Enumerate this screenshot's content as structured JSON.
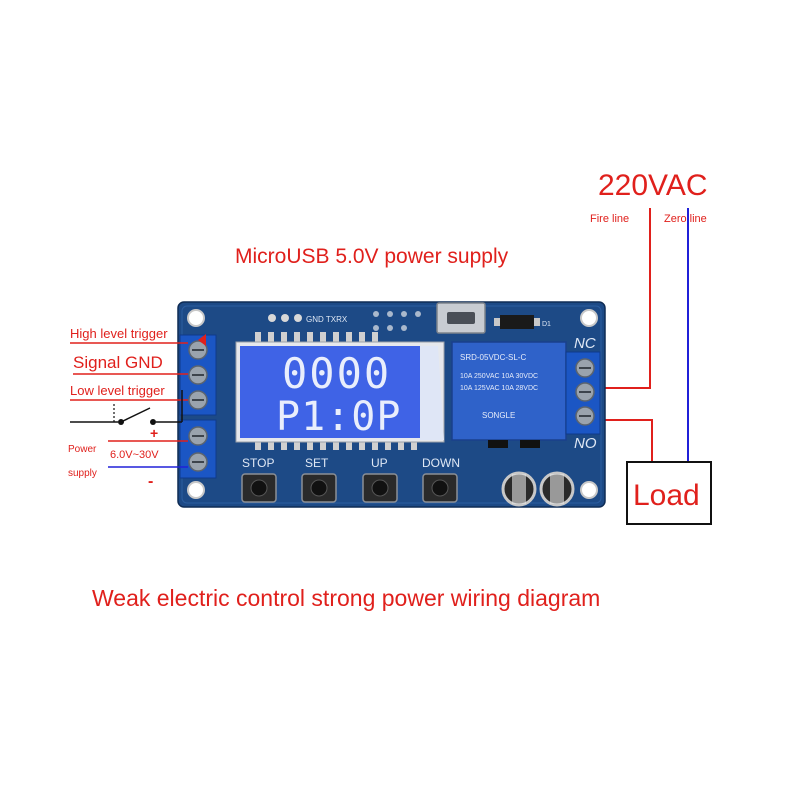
{
  "title_usb": "MicroUSB 5.0V power supply",
  "caption": "Weak electric control strong power wiring diagram",
  "ac": {
    "voltage": "220VAC",
    "fire_line": "Fire line",
    "zero_line": "Zero line"
  },
  "load": "Load",
  "left_labels": {
    "high_trigger": "High level trigger",
    "signal_gnd": "Signal GND",
    "low_trigger": "Low level trigger",
    "power_supply_1": "Power",
    "power_supply_2": "supply",
    "voltage_range": "6.0V~30V",
    "plus": "+",
    "minus": "-"
  },
  "board": {
    "header_text": "GND TXRX",
    "lcd_line1": "0000",
    "lcd_line2": "P1:0P",
    "buttons": [
      "STOP",
      "SET",
      "UP",
      "DOWN"
    ],
    "relay_nc": "NC",
    "relay_no": "NO",
    "relay_model": "SRD-05VDC-SL-C",
    "relay_rating1": "10A 250VAC 10A 30VDC",
    "relay_rating2": "10A 125VAC 10A 28VDC",
    "relay_brand": "SONGLE",
    "diode_label": "D1"
  },
  "colors": {
    "red": "#e0201c",
    "blue": "#2020d8",
    "pcb": "#1d4a86",
    "lcd": "#3f63e6"
  }
}
